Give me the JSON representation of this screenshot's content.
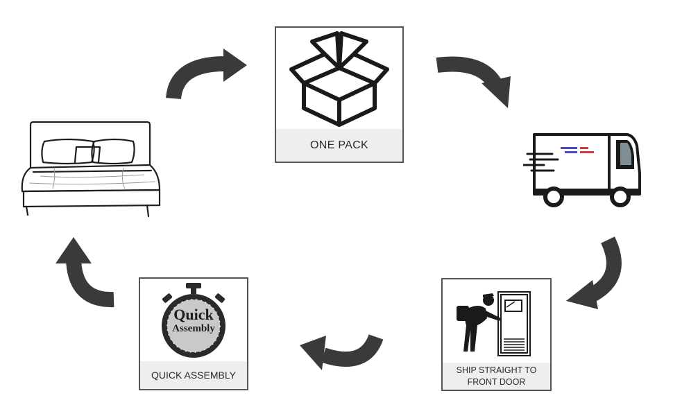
{
  "cycle_steps": {
    "one_pack": {
      "label": "ONE PACK"
    },
    "ship": {
      "label_line1": "SHIP STRAIGHT TO",
      "label_line2": "FRONT DOOR"
    },
    "quick_assembly": {
      "label": "QUICK ASSEMBLY",
      "badge_line1": "Quick",
      "badge_line2": "Assembly"
    }
  },
  "icons": {
    "bed": "bed-icon",
    "box": "open-box-icon",
    "truck": "delivery-truck-icon",
    "courier": "courier-at-door-icon",
    "stopwatch": "stopwatch-icon",
    "arrows": "curved-arrow-icon"
  },
  "colors": {
    "arrow": "#3a3a3a",
    "label_bg": "#eeeeee",
    "truck_stripe_blue": "#4a4ac8",
    "truck_stripe_red": "#d83a3a"
  }
}
